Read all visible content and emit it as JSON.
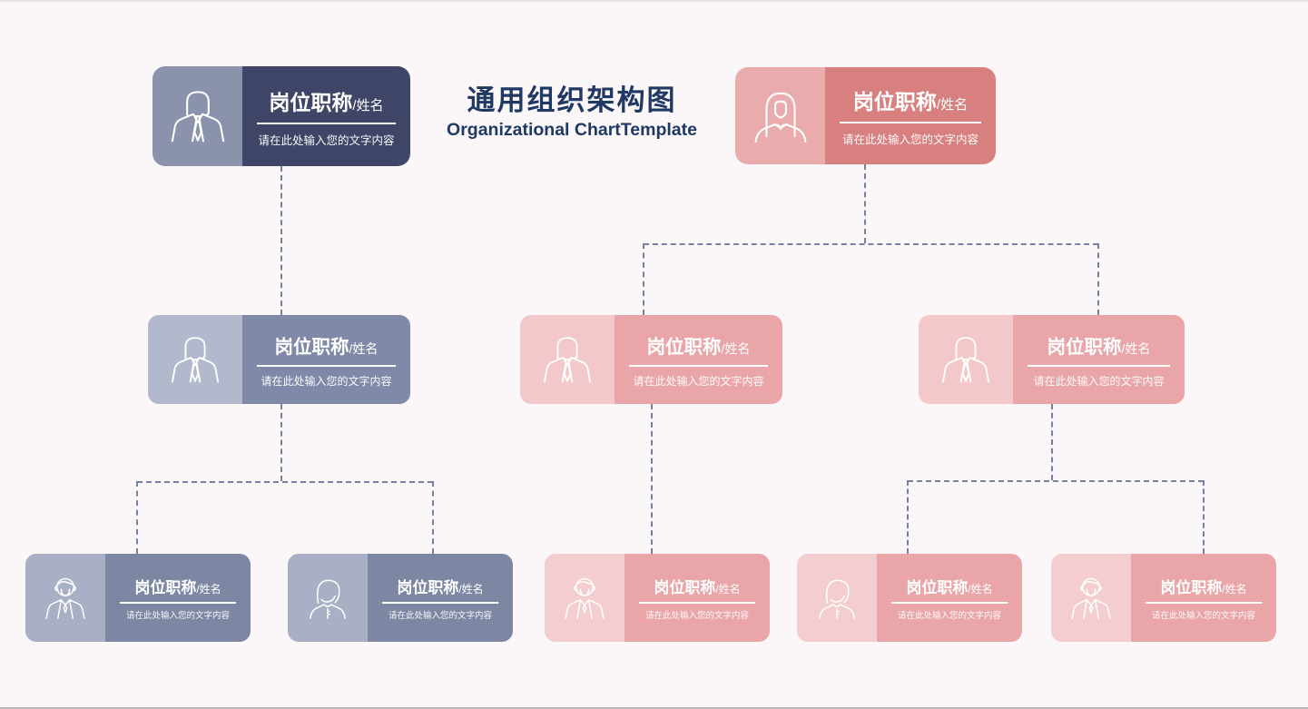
{
  "slide": {
    "title_zh": "通用组织架构图",
    "title_en": "Organizational ChartTemplate",
    "background": "#fbf7f8"
  },
  "card": {
    "position_label": "岗位职称",
    "name_label": "/姓名",
    "caption": "请在此处输入您的文字内容"
  },
  "icons": {
    "male_outline": "person-male-icon",
    "female_long_hair": "person-female-icon",
    "male_face": "person-male-face-icon",
    "female_bob": "person-female-bob-icon"
  },
  "colors": {
    "title_text": "#1f3864",
    "connector": "#7680a1",
    "navy_panel": "#3f4566",
    "navy_avatar": "#8a92ac",
    "blue_panel": "#8089a7",
    "blue_avatar": "#b3b9cc",
    "blue_dark_panel": "#7d87a4",
    "blue_dark_avatar": "#a9b0c5",
    "red_panel": "#d8807f",
    "red_avatar": "#eaabad",
    "pink_panel": "#e9a5a8",
    "pink_avatar": "#f3c8cb",
    "background": "#fbf7f8"
  },
  "org_structure": {
    "nodes": [
      {
        "id": "top-left",
        "parent": null,
        "theme": "navy",
        "icon": "male_outline",
        "title": "岗位职称/姓名",
        "caption": "请在此处输入您的文字内容"
      },
      {
        "id": "top-right",
        "parent": null,
        "theme": "red",
        "icon": "female_long_hair",
        "title": "岗位职称/姓名",
        "caption": "请在此处输入您的文字内容"
      },
      {
        "id": "mid-left",
        "parent": "top-left",
        "theme": "blue",
        "icon": "male_outline",
        "title": "岗位职称/姓名",
        "caption": "请在此处输入您的文字内容"
      },
      {
        "id": "mid-center",
        "parent": "top-right",
        "theme": "pink",
        "icon": "male_outline",
        "title": "岗位职称/姓名",
        "caption": "请在此处输入您的文字内容"
      },
      {
        "id": "mid-right",
        "parent": "top-right",
        "theme": "pink",
        "icon": "male_outline",
        "title": "岗位职称/姓名",
        "caption": "请在此处输入您的文字内容"
      },
      {
        "id": "bottom-1",
        "parent": "mid-left",
        "theme": "blue",
        "icon": "male_face",
        "title": "岗位职称/姓名",
        "caption": "请在此处输入您的文字内容"
      },
      {
        "id": "bottom-2",
        "parent": "mid-left",
        "theme": "blue",
        "icon": "female_bob",
        "title": "岗位职称/姓名",
        "caption": "请在此处输入您的文字内容"
      },
      {
        "id": "bottom-3",
        "parent": "mid-center",
        "theme": "pink",
        "icon": "male_face",
        "title": "岗位职称/姓名",
        "caption": "请在此处输入您的文字内容"
      },
      {
        "id": "bottom-4",
        "parent": "mid-right",
        "theme": "pink",
        "icon": "female_bob",
        "title": "岗位职称/姓名",
        "caption": "请在此处输入您的文字内容"
      },
      {
        "id": "bottom-5",
        "parent": "mid-right",
        "theme": "pink",
        "icon": "male_face",
        "title": "岗位职称/姓名",
        "caption": "请在此处输入您的文字内容"
      }
    ]
  }
}
